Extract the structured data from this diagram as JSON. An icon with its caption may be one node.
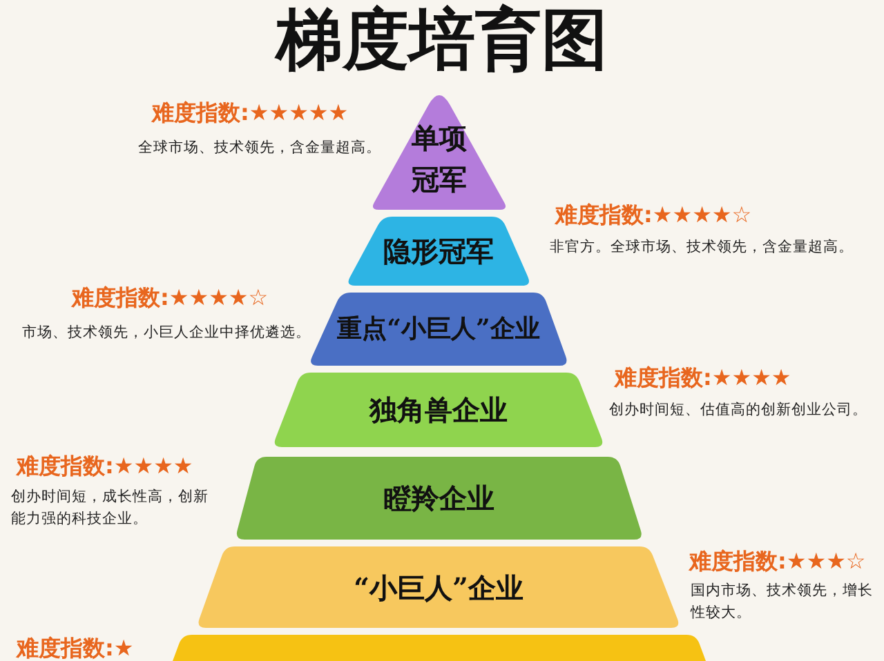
{
  "diagram": {
    "title": "梯度培育图",
    "nodes": [
      {
        "text": [
          "单项冠军"
        ],
        "beside": [
          "难度指数:★★★★★",
          "全球市场、技术领先，含金量超高。"
        ]
      },
      {
        "text": [
          "隐形冠军"
        ],
        "beside": [
          "难度指数:★★★★☆",
          "非官方。全球市场、技术领先，含金量超高。"
        ]
      },
      {
        "text": [
          "重点“小巨人”企业"
        ],
        "beside": [
          "难度指数:★★★★☆",
          "市场、技术领先，小巨人企业中择优遴选。"
        ]
      },
      {
        "text": [
          "独角兽企业"
        ],
        "beside": [
          "难度指数:★★★★",
          "创办时间短、估值高的创新创业公司。"
        ]
      },
      {
        "text": [
          "瞪羚企业"
        ],
        "beside": [
          "难度指数:★★★★",
          "创办时间短，成长性高，创新能力强的科技企业。"
        ]
      },
      {
        "text": [
          "“小巨人”企业"
        ],
        "beside": [
          "难度指数:★★★☆",
          "国内市场、技术领先，增长性较大。"
        ]
      },
      {
        "text": [],
        "shape": "band",
        "beside": [
          "难度指数:★"
        ]
      }
    ]
  }
}
